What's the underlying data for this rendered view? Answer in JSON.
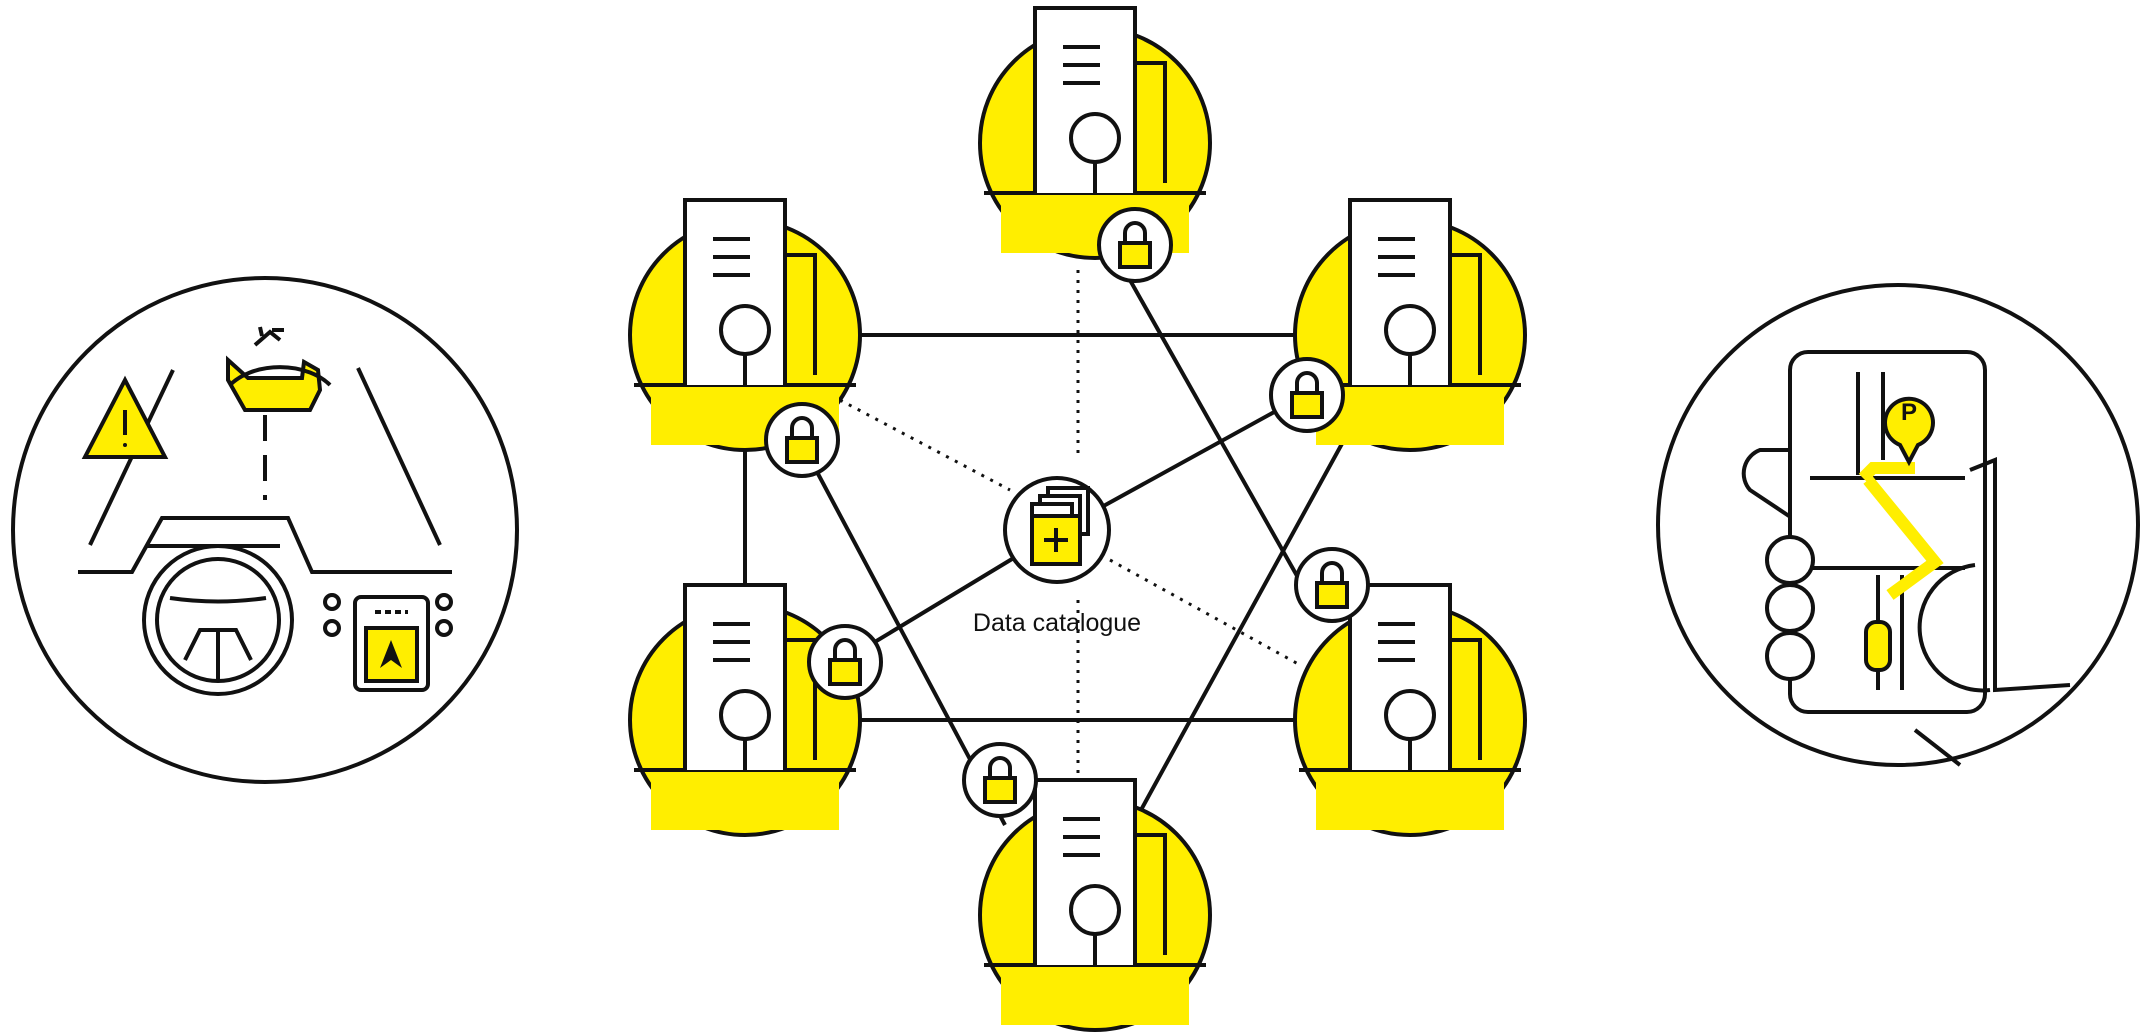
{
  "center": {
    "label": "Data catalogue"
  },
  "colors": {
    "accent": "#ffee00",
    "stroke": "#111111",
    "background": "#ffffff"
  },
  "icons": {
    "left": "car-dashboard-deer-warning-icon",
    "right": "phone-parking-map-icon",
    "node": "data-document-node-icon",
    "lock": "padlock-icon",
    "catalogue": "stacked-documents-plus-icon"
  },
  "nodes": [
    "top",
    "upper-left",
    "upper-right",
    "lower-left",
    "lower-right",
    "bottom"
  ]
}
